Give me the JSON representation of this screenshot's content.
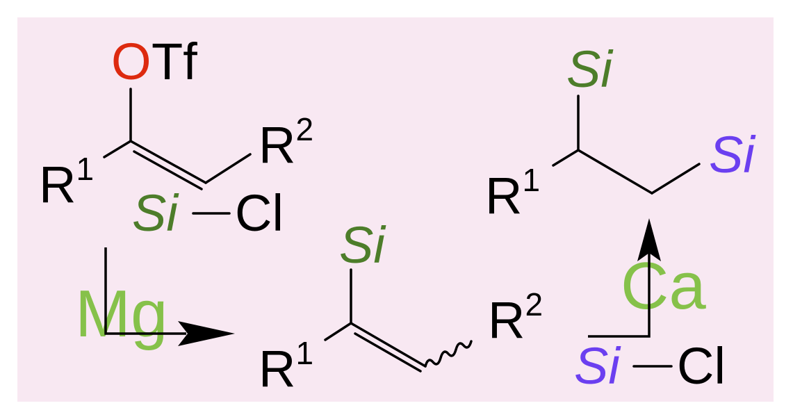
{
  "colors": {
    "background": "#f8e8f2",
    "page": "#ffffff",
    "bond": "#000000",
    "oxygen": "#dd2a0f",
    "silicon_green": "#4d7d2a",
    "silicon_purple": "#6b3ff0",
    "reagent": "#86c14a"
  },
  "start_material": {
    "oxygen": "O",
    "triflate": "Tf",
    "r1": "R",
    "r1_sup": "1",
    "r2": "R",
    "r2_sup": "2"
  },
  "silyl_chloride_green": {
    "si": "Si",
    "cl": "Cl"
  },
  "magnesium_reagent": "Mg",
  "vinylsilane": {
    "si": "Si",
    "r1": "R",
    "r1_sup": "1",
    "r2": "R",
    "r2_sup": "2"
  },
  "calcium_reagent": "Ca",
  "silyl_chloride_purple": {
    "si": "Si",
    "cl": "Cl"
  },
  "bis_silane_product": {
    "si_green": "Si",
    "si_purple": "Si",
    "r1": "R",
    "r1_sup": "1"
  }
}
